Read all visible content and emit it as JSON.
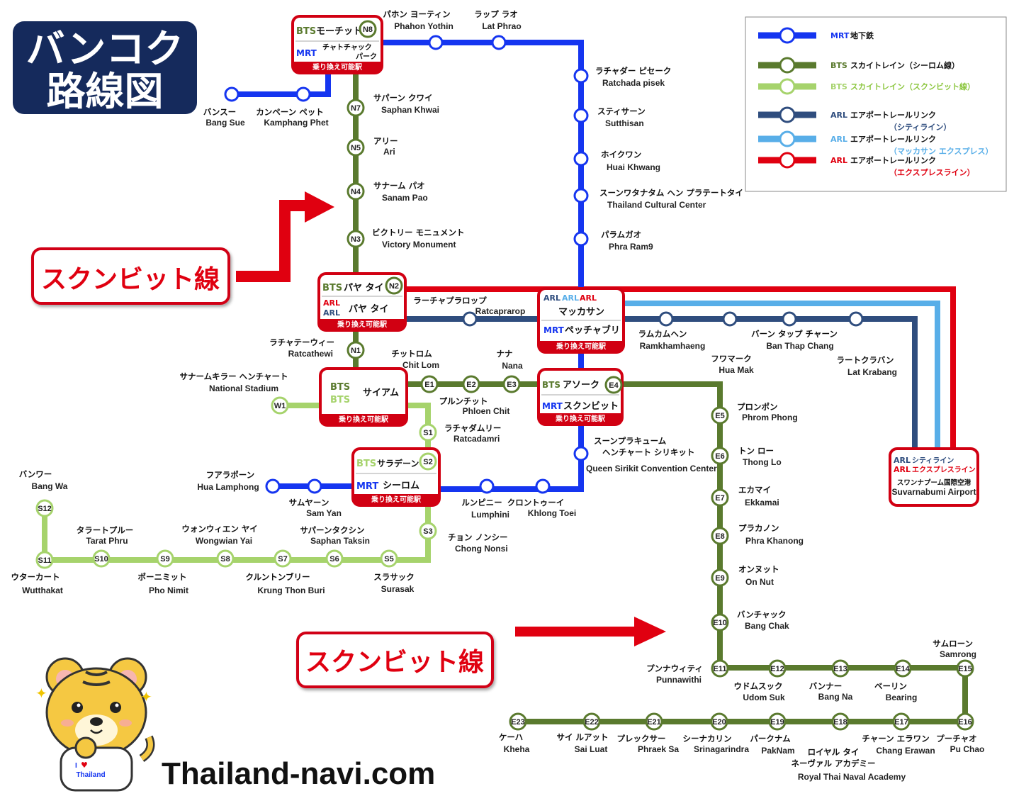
{
  "title": {
    "line1": "バンコク",
    "line2": "路線図"
  },
  "site": "Thailand-navi.com",
  "mascot_shirt": {
    "top": "I",
    "heart": "♥",
    "bottom": "Thailand"
  },
  "callouts": [
    {
      "text": "スクンビット線"
    },
    {
      "text": "スクンビット線"
    }
  ],
  "colors": {
    "mrt": "#1535f0",
    "bts_silom": "#5a7a2e",
    "bts_sukhumvit": "#a6d36c",
    "arl_city": "#2f4d7e",
    "arl_express_blue": "#58aee8",
    "arl_express": "#e00010",
    "station_fill": "#ffffff"
  },
  "legend": [
    {
      "type": "MRT",
      "color_key": "mrt",
      "label": "地下鉄",
      "sub": ""
    },
    {
      "type": "BTS",
      "color_key": "bts_silom",
      "label": "スカイトレイン（シーロム線）",
      "sub": ""
    },
    {
      "type": "BTS",
      "color_key": "bts_sukhumvit",
      "label": "スカイトレイン（スクンビット線）",
      "sub": ""
    },
    {
      "type": "ARL",
      "color_key": "arl_city",
      "label": "エアポートレールリンク",
      "sub": "（シティライン）"
    },
    {
      "type": "ARL",
      "color_key": "arl_express_blue",
      "label": "エアポートレールリンク",
      "sub": "（マッカサン エクスプレス）"
    },
    {
      "type": "ARL",
      "color_key": "arl_express",
      "label": "エアポートレールリンク",
      "sub": "（エクスプレスライン）"
    }
  ],
  "hubs": {
    "mochit": {
      "code": "N8",
      "bts": "BTS",
      "bts_name": "モーチット",
      "mrt": "MRT",
      "mrt_name1": "チャトチャック",
      "mrt_name2": "パーク",
      "note": "乗り換え可能駅"
    },
    "phayathai": {
      "code": "N2",
      "bts": "BTS",
      "bts_name": "パヤ タイ",
      "arl1": "ARL",
      "arl2": "ARL",
      "arl_name": "パヤ タイ",
      "note": "乗り換え可能駅"
    },
    "makkasan": {
      "arl1": "ARL",
      "arl2": "ARL",
      "arl3": "ARL",
      "arl_name": "マッカサン",
      "mrt": "MRT",
      "mrt_name": "ペッチャブリ",
      "note": "乗り換え可能駅"
    },
    "siam": {
      "bts1": "BTS",
      "bts2": "BTS",
      "name": "サイアム",
      "note": "乗り換え可能駅"
    },
    "asok": {
      "code": "E4",
      "bts": "BTS",
      "bts_name": "アソーク",
      "mrt": "MRT",
      "mrt_name": "スクンビット",
      "note": "乗り換え可能駅"
    },
    "saladaeng": {
      "code": "S2",
      "bts": "BTS",
      "bts_name": "サラデーン",
      "mrt": "MRT",
      "mrt_name": "シーロム",
      "note": "乗り換え可能駅"
    },
    "airport": {
      "arl1": "ARL",
      "arl1_name": "シティライン",
      "arl2": "ARL",
      "arl2_name": "エクスプレスライン",
      "ja": "スワンナプーム国際空港",
      "en": "Suvarnabumi Airport"
    }
  },
  "stations": [
    {
      "id": "bangsue",
      "line": "mrt",
      "code": "",
      "ja": "バンスー",
      "en": "Bang Sue"
    },
    {
      "id": "kamphaeng",
      "line": "mrt",
      "code": "",
      "ja": "カンペーン ペット",
      "en": "Kamphang Phet"
    },
    {
      "id": "phahon",
      "line": "mrt",
      "code": "",
      "ja": "パホン ヨーティン",
      "en": "Phahon Yothin"
    },
    {
      "id": "latphrao",
      "line": "mrt",
      "code": "",
      "ja": "ラップ ラオ",
      "en": "Lat Phrao"
    },
    {
      "id": "ratchada",
      "line": "mrt",
      "code": "",
      "ja": "ラチャダー ピセーク",
      "en": "Ratchada pisek"
    },
    {
      "id": "sutthisan",
      "line": "mrt",
      "code": "",
      "ja": "スティサーン",
      "en": "Sutthisan"
    },
    {
      "id": "huaikhwang",
      "line": "mrt",
      "code": "",
      "ja": "ホイクワン",
      "en": "Huai Khwang"
    },
    {
      "id": "tcc",
      "line": "mrt",
      "code": "",
      "ja": "スーンワタナタム ヘン プラテートタイ",
      "en": "Thailand Cultural Center"
    },
    {
      "id": "rama9",
      "line": "mrt",
      "code": "",
      "ja": "パラムガオ",
      "en": "Phra Ram9"
    },
    {
      "id": "qsncc",
      "line": "mrt",
      "code": "",
      "ja": "スーンプラキューム",
      "ja2": "ヘンチャート シリキット",
      "en": "Queen Sirikit Convention Center"
    },
    {
      "id": "khlongtoei",
      "line": "mrt",
      "code": "",
      "ja": "クロントゥーイ",
      "en": "Khlong Toei"
    },
    {
      "id": "lumphini",
      "line": "mrt",
      "code": "",
      "ja": "ルンピニー",
      "en": "Lumphini"
    },
    {
      "id": "samyan",
      "line": "mrt",
      "code": "",
      "ja": "サムヤーン",
      "en": "Sam Yan"
    },
    {
      "id": "hualamphong",
      "line": "mrt",
      "code": "",
      "ja": "フアラポーン",
      "en": "Hua Lamphong"
    },
    {
      "id": "n7",
      "line": "bts_silom",
      "code": "N7",
      "ja": "サパーン クワイ",
      "en": "Saphan Khwai"
    },
    {
      "id": "n5",
      "line": "bts_silom",
      "code": "N5",
      "ja": "アリー",
      "en": "Ari"
    },
    {
      "id": "n4",
      "line": "bts_silom",
      "code": "N4",
      "ja": "サナーム パオ",
      "en": "Sanam Pao"
    },
    {
      "id": "n3",
      "line": "bts_silom",
      "code": "N3",
      "ja": "ビクトリー モニュメント",
      "en": "Victory Monument"
    },
    {
      "id": "n1",
      "line": "bts_silom",
      "code": "N1",
      "ja": "ラチャテーウィー",
      "en": "Ratcathewi"
    },
    {
      "id": "e1",
      "line": "bts_silom",
      "code": "E1",
      "ja": "チットロム",
      "en": "Chit Lom"
    },
    {
      "id": "e2",
      "line": "bts_silom",
      "code": "E2",
      "ja": "プルンチット",
      "en": "Phloen Chit"
    },
    {
      "id": "e3",
      "line": "bts_silom",
      "code": "E3",
      "ja": "ナナ",
      "en": "Nana"
    },
    {
      "id": "e5",
      "line": "bts_silom",
      "code": "E5",
      "ja": "プロンポン",
      "en": "Phrom Phong"
    },
    {
      "id": "e6",
      "line": "bts_silom",
      "code": "E6",
      "ja": "トン ロー",
      "en": "Thong Lo"
    },
    {
      "id": "e7",
      "line": "bts_silom",
      "code": "E7",
      "ja": "エカマイ",
      "en": "Ekkamai"
    },
    {
      "id": "e8",
      "line": "bts_silom",
      "code": "E8",
      "ja": "プラカノン",
      "en": "Phra Khanong"
    },
    {
      "id": "e9",
      "line": "bts_silom",
      "code": "E9",
      "ja": "オンヌット",
      "en": "On Nut"
    },
    {
      "id": "e10",
      "line": "bts_silom",
      "code": "E10",
      "ja": "バンチャック",
      "en": "Bang Chak"
    },
    {
      "id": "e11",
      "line": "bts_silom",
      "code": "E11",
      "ja": "プンナウィティ",
      "en": "Punnawithi"
    },
    {
      "id": "e12",
      "line": "bts_silom",
      "code": "E12",
      "ja": "ウドムスック",
      "en": "Udom Suk"
    },
    {
      "id": "e13",
      "line": "bts_silom",
      "code": "E13",
      "ja": "バンナー",
      "en": "Bang Na"
    },
    {
      "id": "e14",
      "line": "bts_silom",
      "code": "E14",
      "ja": "ベーリン",
      "en": "Bearing"
    },
    {
      "id": "e15",
      "line": "bts_silom",
      "code": "E15",
      "ja": "サムローン",
      "en": "Samrong"
    },
    {
      "id": "e16",
      "line": "bts_silom",
      "code": "E16",
      "ja": "プーチャオ",
      "en": "Pu Chao"
    },
    {
      "id": "e17",
      "line": "bts_silom",
      "code": "E17",
      "ja": "チャーン エラワン",
      "en": "Chang Erawan"
    },
    {
      "id": "e18",
      "line": "bts_silom",
      "code": "E18",
      "ja": "ロイヤル タイ",
      "ja2": "ネーヴァル アカデミー",
      "en": "Royal Thai Naval Academy"
    },
    {
      "id": "e19",
      "line": "bts_silom",
      "code": "E19",
      "ja": "パークナム",
      "en": "PakNam"
    },
    {
      "id": "e20",
      "line": "bts_silom",
      "code": "E20",
      "ja": "シーナカリン",
      "en": "Srinagarindra"
    },
    {
      "id": "e21",
      "line": "bts_silom",
      "code": "E21",
      "ja": "プレックサー",
      "en": "Phraek Sa"
    },
    {
      "id": "e22",
      "line": "bts_silom",
      "code": "E22",
      "ja": "サイ ルアット",
      "en": "Sai Luat"
    },
    {
      "id": "e23",
      "line": "bts_silom",
      "code": "E23",
      "ja": "ケーハ",
      "en": "Kheha"
    },
    {
      "id": "w1",
      "line": "bts_sukhumvit",
      "code": "W1",
      "ja": "サナームキラー ヘンチャート",
      "en": "National Stadium"
    },
    {
      "id": "s1",
      "line": "bts_sukhumvit",
      "code": "S1",
      "ja": "ラチャダムリー",
      "en": "Ratcadamri"
    },
    {
      "id": "s3",
      "line": "bts_sukhumvit",
      "code": "S3",
      "ja": "チョン ノンシー",
      "en": "Chong Nonsi"
    },
    {
      "id": "s5",
      "line": "bts_sukhumvit",
      "code": "S5",
      "ja": "スラサック",
      "en": "Surasak"
    },
    {
      "id": "s6",
      "line": "bts_sukhumvit",
      "code": "S6",
      "ja": "サパーンタクシン",
      "en": "Saphan Taksin"
    },
    {
      "id": "s7",
      "line": "bts_sukhumvit",
      "code": "S7",
      "ja": "クルントンブリー",
      "en": "Krung Thon Buri"
    },
    {
      "id": "s8",
      "line": "bts_sukhumvit",
      "code": "S8",
      "ja": "ウォンウィエン ヤイ",
      "en": "Wongwian Yai"
    },
    {
      "id": "s9",
      "line": "bts_sukhumvit",
      "code": "S9",
      "ja": "ポーニミット",
      "en": "Pho Nimit"
    },
    {
      "id": "s10",
      "line": "bts_sukhumvit",
      "code": "S10",
      "ja": "タラートプルー",
      "en": "Tarat Phru"
    },
    {
      "id": "s11",
      "line": "bts_sukhumvit",
      "code": "S11",
      "ja": "ウターカート",
      "en": "Wutthakat"
    },
    {
      "id": "s12",
      "line": "bts_sukhumvit",
      "code": "S12",
      "ja": "バンワー",
      "en": "Bang Wa"
    },
    {
      "id": "ratchaprarop",
      "line": "arl_city",
      "code": "",
      "ja": "ラーチャプラロップ",
      "en": "Ratcaprarop"
    },
    {
      "id": "ramkhamhaeng",
      "line": "arl_city",
      "code": "",
      "ja": "ラムカムヘン",
      "en": "Ramkhamhaeng"
    },
    {
      "id": "huamak",
      "line": "arl_city",
      "code": "",
      "ja": "フワマーク",
      "en": "Hua Mak"
    },
    {
      "id": "banthapchang",
      "line": "arl_city",
      "code": "",
      "ja": "バーン タップ チャーン",
      "en": "Ban Thap Chang"
    },
    {
      "id": "latkrabang",
      "line": "arl_city",
      "code": "",
      "ja": "ラートクラバン",
      "en": "Lat Krabang"
    }
  ]
}
